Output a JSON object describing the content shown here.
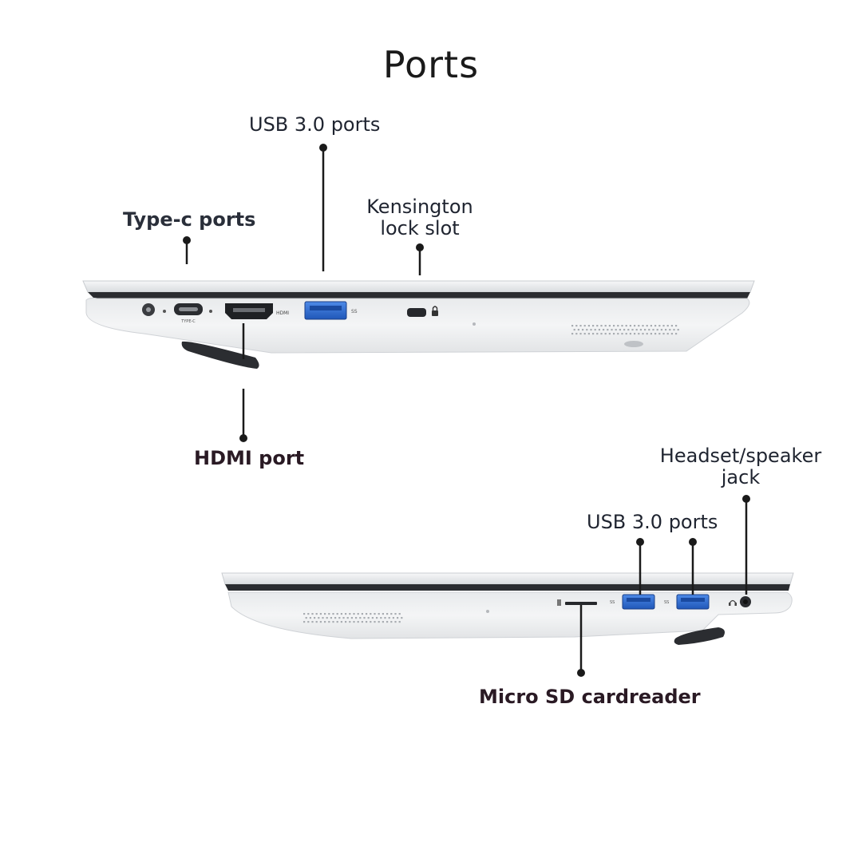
{
  "title": "Ports",
  "labels": {
    "type_c": "Type-c ports",
    "usb_top": "USB 3.0 ports",
    "kensington_line1": "Kensington",
    "kensington_line2": "lock slot",
    "hdmi": "HDMI port",
    "headset_line1": "Headset/speaker",
    "headset_line2": "jack",
    "usb_bottom": "USB 3.0 ports",
    "micro_sd": "Micro SD cardreader"
  },
  "port_markings": {
    "hdmi": "HDMI",
    "type_c": "TYPE-C",
    "usb": "SS"
  },
  "colors": {
    "usb_blue": "#2f6fd6",
    "leader": "#1a1a1a",
    "chassis": "#eceef0"
  }
}
